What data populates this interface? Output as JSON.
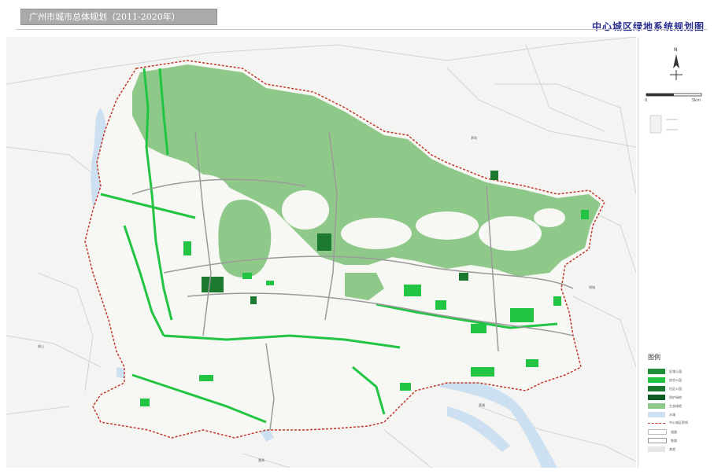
{
  "header": {
    "badge_text": "广州市城市总体规划（2011-2020年）",
    "map_title": "中心城区绿地系统规划图"
  },
  "legend": {
    "title": "图例",
    "items": [
      {
        "label": "区域公园",
        "color": "#1f8f3a"
      },
      {
        "label": "综合公园",
        "color": "#22c443"
      },
      {
        "label": "社区公园",
        "color": "#1b7a30"
      },
      {
        "label": "防护绿地",
        "color": "#0d5a22"
      },
      {
        "label": "生态绿地",
        "color": "#8fc98a"
      },
      {
        "label": "水域",
        "color": "#cce0f2"
      },
      {
        "label": "中心城区界线",
        "color": "#c0392b"
      },
      {
        "label": "道路",
        "color": "#bbbbbb"
      },
      {
        "label": "铁路",
        "color": "#999999"
      },
      {
        "label": "其他",
        "color": "#e6e6e6"
      }
    ]
  },
  "colors": {
    "eco_green": "#8fc98a",
    "park_green": "#22c443",
    "dark_green": "#1b7a30",
    "water": "#cce0f2",
    "boundary": "#c0392b",
    "land": "#f4f4f2"
  },
  "icons": {
    "north_arrow": "north-arrow-icon",
    "scale_bar": "scale-bar-icon"
  },
  "side_labels": {
    "compass": "N",
    "scale_zero": "0",
    "scale_end": "5km"
  },
  "place_labels": [
    {
      "name": "佛山"
    },
    {
      "name": "番禺"
    },
    {
      "name": "萝岗"
    },
    {
      "name": "黄埔"
    },
    {
      "name": "增城"
    }
  ]
}
